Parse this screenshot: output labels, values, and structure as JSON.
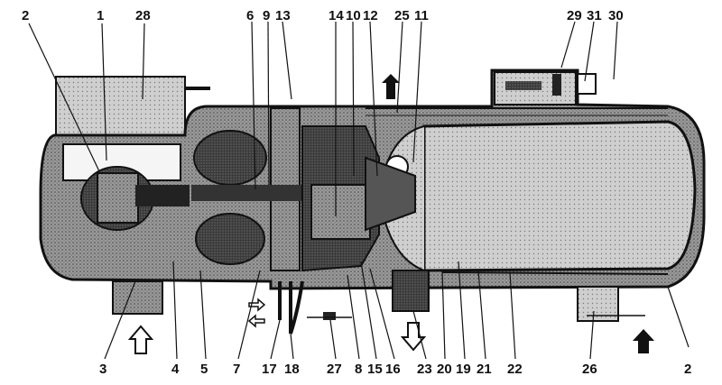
{
  "callouts": {
    "top": [
      "2",
      "1",
      "28",
      "6",
      "9",
      "13",
      "14",
      "10",
      "12",
      "25",
      "11",
      "29",
      "31",
      "30"
    ],
    "bottom": [
      "3",
      "4",
      "5",
      "7",
      "17",
      "18",
      "27",
      "8",
      "15",
      "16",
      "23",
      "20",
      "19",
      "21",
      "22",
      "26",
      "2"
    ]
  },
  "colors": {
    "ink": "#111111",
    "dark_fill": "#2a2a2a",
    "mid_fill": "#6b6b6b",
    "light_fill": "#bdbdbd",
    "paper": "#ffffff"
  },
  "arrows": [
    {
      "name": "exhaust-out-arrow",
      "direction": "up",
      "style": "solid"
    },
    {
      "name": "air-in-arrow-left",
      "direction": "up",
      "style": "outline"
    },
    {
      "name": "exhaust-down-arrow",
      "direction": "down",
      "style": "outline"
    },
    {
      "name": "air-in-arrow-right",
      "direction": "up",
      "style": "solid"
    },
    {
      "name": "fuel-arrows",
      "direction": "left-right",
      "style": "outline"
    }
  ]
}
